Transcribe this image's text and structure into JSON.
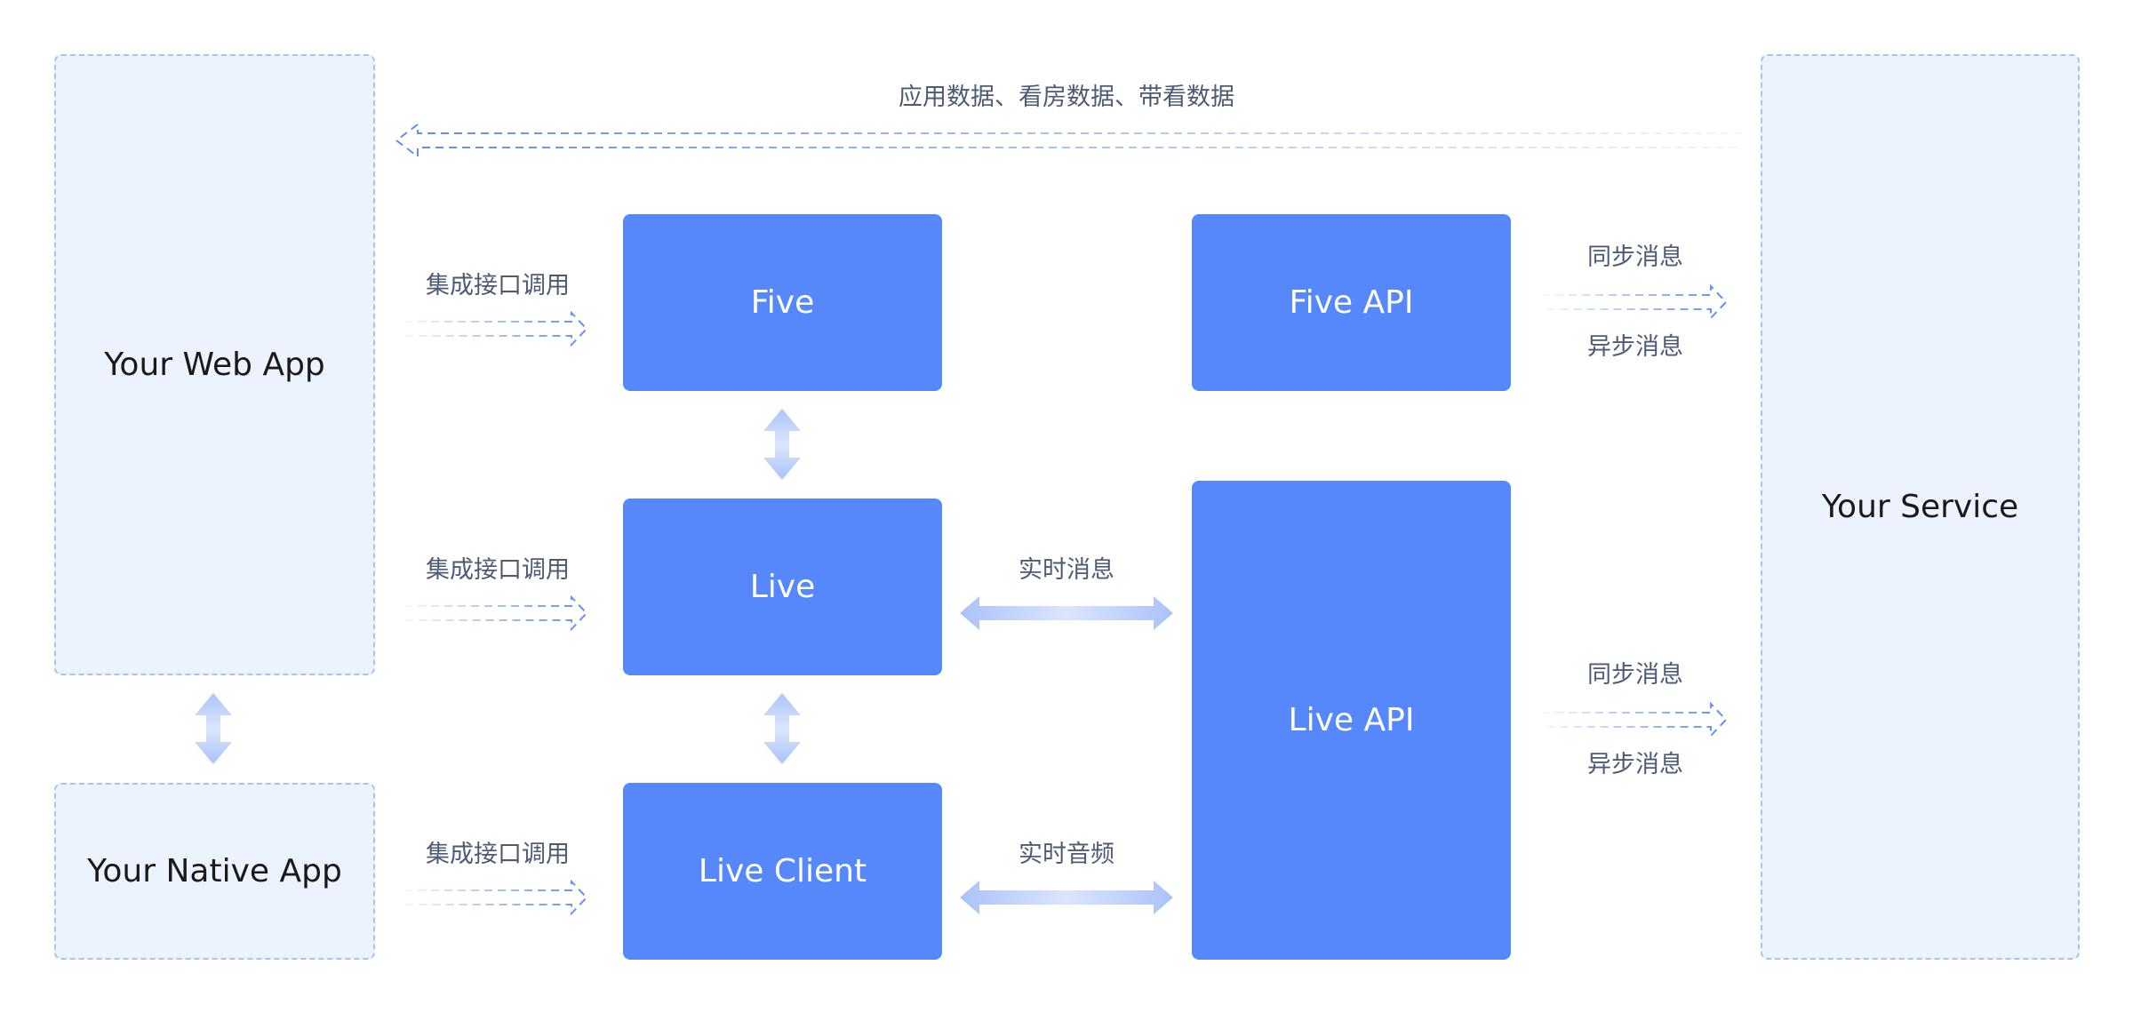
{
  "nodes": {
    "web_app": "Your Web App",
    "native_app": "Your Native App",
    "service": "Your Service",
    "five": "Five",
    "live": "Live",
    "live_client": "Live Client",
    "five_api": "Five API",
    "live_api": "Live API"
  },
  "edges": {
    "top_return": "应用数据、看房数据、带看数据",
    "integration": "集成接口调用",
    "realtime_message": "实时消息",
    "realtime_audio": "实时音频",
    "sync_message": "同步消息",
    "async_message": "异步消息"
  },
  "colors": {
    "component": "#5688fc",
    "container_fill": "#edf3fe",
    "container_border": "#a9c3ef",
    "arrow": "#5d8cf5",
    "label": "#4d5b74"
  }
}
